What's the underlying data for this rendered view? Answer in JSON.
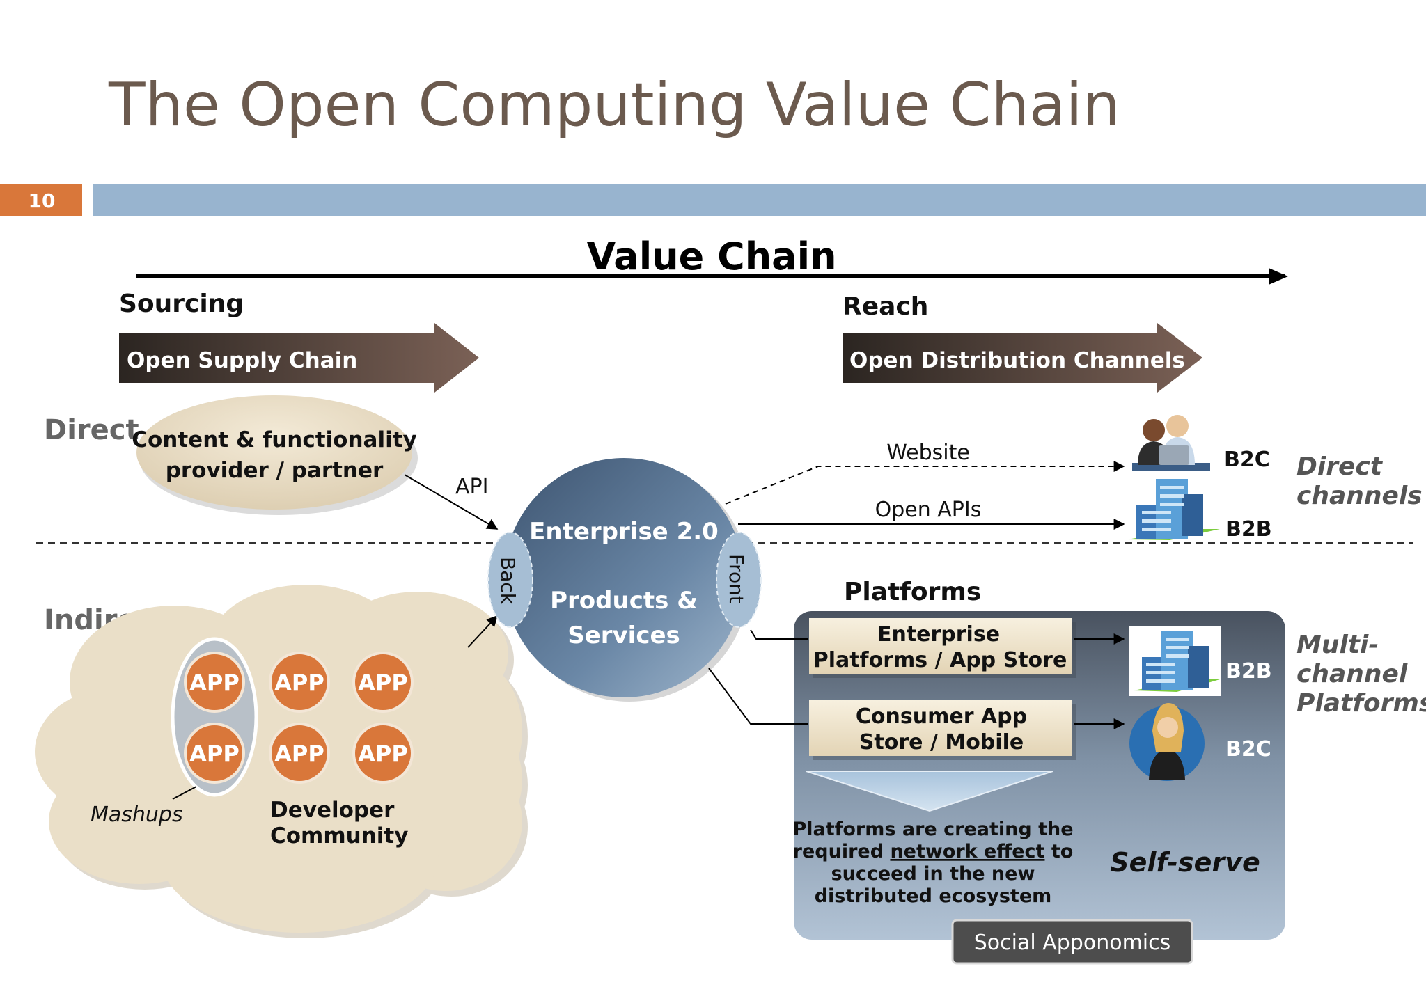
{
  "slide": {
    "title": "The Open Computing Value Chain",
    "page_number": "10"
  },
  "value_chain": {
    "label": "Value Chain",
    "sourcing_label": "Sourcing",
    "reach_label": "Reach",
    "supply_arrow": "Open Supply Chain",
    "distribution_arrow": "Open Distribution Channels"
  },
  "rows": {
    "direct": "Direct",
    "indirect": "Indirect"
  },
  "provider": {
    "line1": "Content & functionality",
    "line2": "provider / partner"
  },
  "api_label": "API",
  "enterprise": {
    "title": "Enterprise 2.0",
    "line1": "Products &",
    "line2": "Services",
    "back": "Back",
    "front": "Front"
  },
  "channels": {
    "website": "Website",
    "open_apis": "Open APIs",
    "b2c_top": "B2C",
    "b2b_top": "B2B",
    "direct_channels_line1": "Direct",
    "direct_channels_line2": "channels"
  },
  "platforms": {
    "heading": "Platforms",
    "enterprise_line1": "Enterprise",
    "enterprise_line2": "Platforms / App Store",
    "consumer_line1": "Consumer App",
    "consumer_line2": "Store / Mobile",
    "b2b": "B2B",
    "b2c": "B2C",
    "note_line1": "Platforms are creating the",
    "note_line2_pre": "required ",
    "note_line2_link": "network effect",
    "note_line2_post": " to",
    "note_line3": "succeed in the new",
    "note_line4": "distributed ecosystem",
    "self_serve": "Self-serve",
    "footer": "Social Apponomics",
    "multi_line1": "Multi-",
    "multi_line2": "channel",
    "multi_line3": "Platforms"
  },
  "community": {
    "app_label": "APP",
    "mashups": "Mashups",
    "dev_line1": "Developer",
    "dev_line2": "Community"
  },
  "colors": {
    "accent_orange": "#d9773a",
    "header_bar": "#98b4cf",
    "title_brown": "#6b5a4e",
    "cloud": "#eadfc8",
    "panel_dark": "#4b5664"
  }
}
